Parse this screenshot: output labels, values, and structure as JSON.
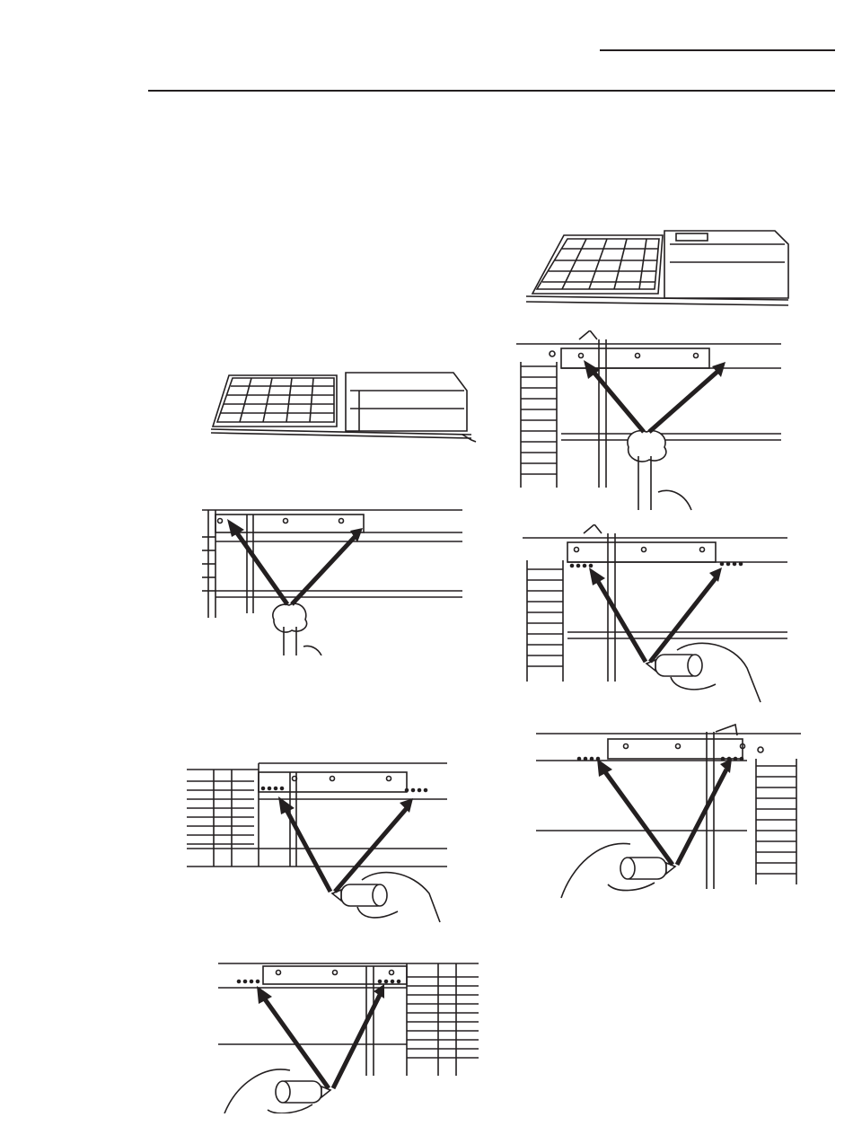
{
  "page": {
    "header_rule_short": "",
    "header_rule_long": ""
  },
  "figures": [
    {
      "id": "rack-full-left",
      "icon": "oven-rack-icon"
    },
    {
      "id": "wipe-left-slide",
      "icon": "cloth-wipe-icon"
    },
    {
      "id": "lube-left-slide-front",
      "icon": "lubricant-bottle-icon"
    },
    {
      "id": "lube-left-slide-rear",
      "icon": "lubricant-bottle-icon"
    },
    {
      "id": "rack-full-right",
      "icon": "oven-rack-icon"
    },
    {
      "id": "wipe-right-slide",
      "icon": "cloth-wipe-icon"
    },
    {
      "id": "lube-right-slide-front",
      "icon": "lubricant-bottle-icon"
    },
    {
      "id": "lube-right-slide-rear",
      "icon": "lubricant-bottle-icon"
    }
  ]
}
